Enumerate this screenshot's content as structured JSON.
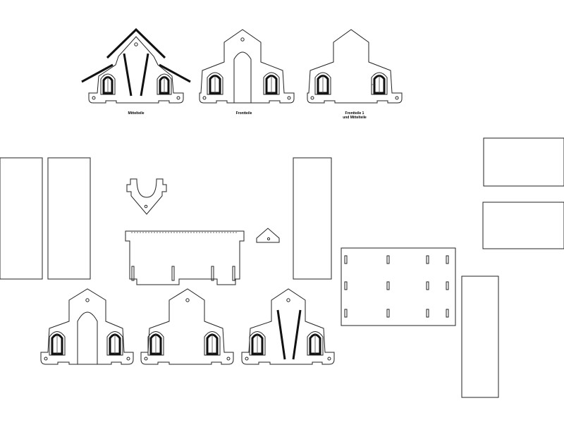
{
  "labels": {
    "part_a": "Mittelteile",
    "part_b": "Frontteile",
    "part_c_line1": "Frontteile 1",
    "part_c_line2": "und Mittelteile"
  }
}
